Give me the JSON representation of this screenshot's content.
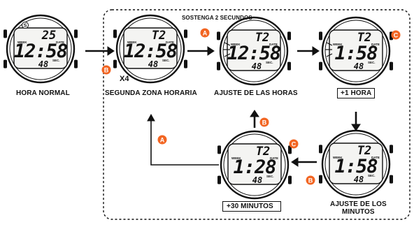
{
  "diagram": {
    "hold_note": "SOSTENGA 2 SECUNDOS",
    "repeat_note": "X4",
    "buttons": {
      "a": "A",
      "b": "B",
      "c": "C"
    },
    "labels": {
      "normal_time": "HORA NORMAL",
      "second_zone": "SEGUNDA ZONA HORARIA",
      "hour_adjust": "AJUSTE DE LAS HORAS",
      "plus_one_hour": "+1 HORA",
      "minute_adjust_line1": "AJUSTE DE LOS",
      "minute_adjust_line2": "MINUTOS",
      "plus_thirty_minutes": "+30 MINUTOS"
    },
    "watches": [
      {
        "id": "w1",
        "top": "25",
        "tag": "S",
        "main": "12:58",
        "seconds": "48",
        "week_label": "WEEK",
        "date_label": "DATE",
        "sec_label": "SEC."
      },
      {
        "id": "w2",
        "top": "T2",
        "tag": "",
        "main": "12:58",
        "seconds": "48",
        "week_label": "WEEK",
        "date_label": "DATE",
        "sec_label": "SEC."
      },
      {
        "id": "w3",
        "top": "T2",
        "tag": "",
        "main": "12:58",
        "seconds": "48",
        "week_label": "WEEK",
        "date_label": "DATE",
        "sec_label": "SEC."
      },
      {
        "id": "w4",
        "top": "T2",
        "tag": "",
        "main": "1:58",
        "seconds": "48",
        "week_label": "WEEK",
        "date_label": "DATE",
        "sec_label": "SEC."
      },
      {
        "id": "w5",
        "top": "T2",
        "tag": "",
        "main": "1:58",
        "seconds": "48",
        "week_label": "WEEK",
        "date_label": "DATE",
        "sec_label": "SEC."
      },
      {
        "id": "w6",
        "top": "T2",
        "tag": "",
        "main": "1:28",
        "seconds": "48",
        "week_label": "WEEK",
        "date_label": "DATE",
        "sec_label": "SEC."
      }
    ]
  },
  "colors": {
    "button_orange": "#f26522",
    "line": "#111111",
    "screen": "#f4f4f2"
  }
}
